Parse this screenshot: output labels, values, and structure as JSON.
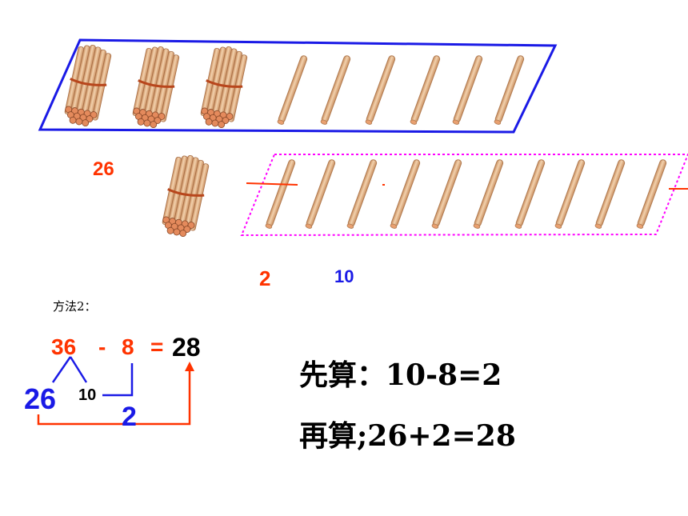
{
  "colors": {
    "red": "#ff3300",
    "blue": "#1a1ae6",
    "black": "#000000",
    "magenta": "#ff00ff",
    "stick": "#e8b88a",
    "stick_shade": "#b07a50",
    "band": "#c0501e"
  },
  "labels": {
    "twenty_six": "26",
    "two": "2",
    "ten": "10",
    "method": "方法2："
  },
  "equation": {
    "a": "36",
    "minus": "-",
    "b": "8",
    "equals": "=",
    "result": "28",
    "split_a": "26",
    "split_b": "10",
    "partial": "2"
  },
  "steps": {
    "first": "先算：10-8=2",
    "then": "再算;26+2=28"
  }
}
